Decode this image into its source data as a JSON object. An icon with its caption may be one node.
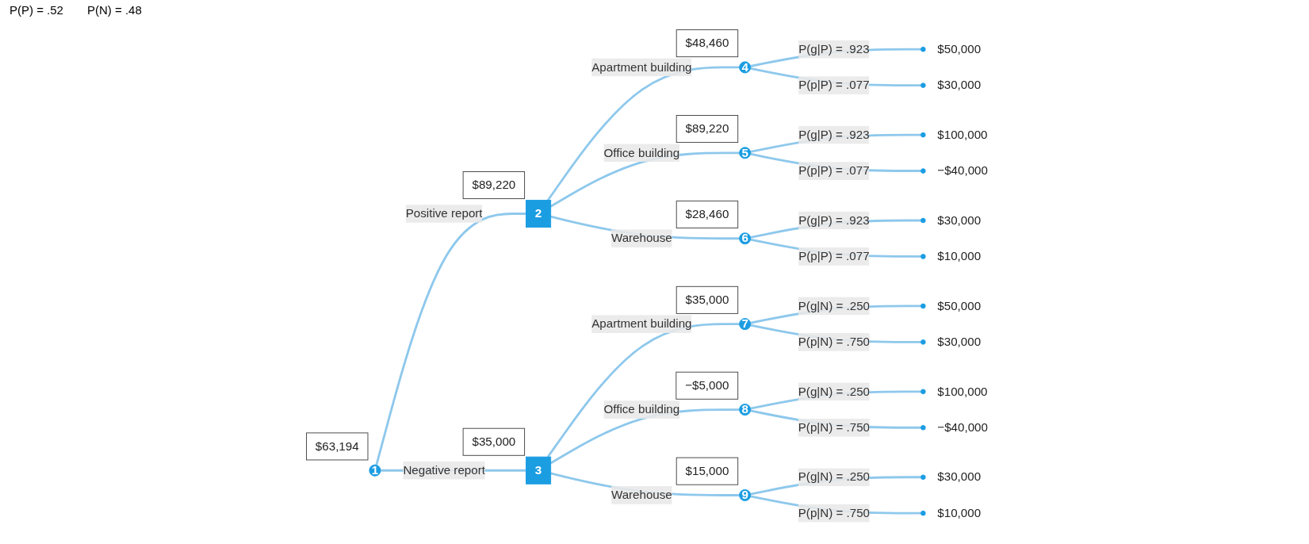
{
  "diagram": {
    "nodes": [
      {
        "text": [
          "1"
        ],
        "beside": [
          "$63,194"
        ]
      },
      {
        "text": [
          "2"
        ],
        "beside": [
          "$89,220"
        ]
      },
      {
        "text": [
          "3"
        ],
        "beside": [
          "$35,000"
        ]
      },
      {
        "text": [
          "4"
        ],
        "beside": [
          "$48,460"
        ]
      },
      {
        "text": [
          "5"
        ],
        "beside": [
          "$89,220"
        ]
      },
      {
        "text": [
          "6"
        ],
        "beside": [
          "$28,460"
        ]
      },
      {
        "text": [
          "7"
        ],
        "beside": [
          "$35,000"
        ]
      },
      {
        "text": [
          "8"
        ],
        "beside": [
          "−$5,000"
        ]
      },
      {
        "text": [
          "9"
        ],
        "beside": [
          "$15,000"
        ]
      },
      {
        "text": [],
        "shape": "circle",
        "beside": [
          "$50,000"
        ]
      },
      {
        "text": [],
        "shape": "circle",
        "beside": [
          "$30,000"
        ]
      },
      {
        "text": [],
        "shape": "circle",
        "beside": [
          "$100,000"
        ]
      },
      {
        "text": [],
        "shape": "circle",
        "beside": [
          "−$40,000"
        ]
      },
      {
        "text": [],
        "shape": "circle",
        "beside": [
          "$30,000"
        ]
      },
      {
        "text": [],
        "shape": "circle",
        "beside": [
          "$10,000"
        ]
      },
      {
        "text": [],
        "shape": "circle",
        "beside": [
          "$50,000"
        ]
      },
      {
        "text": [],
        "shape": "circle",
        "beside": [
          "$30,000"
        ]
      },
      {
        "text": [],
        "shape": "circle",
        "beside": [
          "$100,000"
        ]
      },
      {
        "text": [],
        "shape": "circle",
        "beside": [
          "−$40,000"
        ]
      },
      {
        "text": [],
        "shape": "circle",
        "beside": [
          "$30,000"
        ]
      },
      {
        "text": [],
        "shape": "circle",
        "beside": [
          "$10,000"
        ]
      }
    ],
    "edges": [
      {
        "from": 0,
        "to": 1,
        "arrow": "none",
        "label": "Positive report"
      },
      {
        "from": 0,
        "to": 2,
        "arrow": "none",
        "label": "Negative report"
      },
      {
        "from": 1,
        "to": 3,
        "arrow": "none",
        "label": "Apartment building"
      },
      {
        "from": 1,
        "to": 4,
        "arrow": "none",
        "label": "Office building"
      },
      {
        "from": 1,
        "to": 5,
        "arrow": "none",
        "label": "Warehouse"
      },
      {
        "from": 2,
        "to": 6,
        "arrow": "none",
        "label": "Apartment building"
      },
      {
        "from": 2,
        "to": 7,
        "arrow": "none",
        "label": "Office building"
      },
      {
        "from": 2,
        "to": 8,
        "arrow": "none",
        "label": "Warehouse"
      },
      {
        "from": 3,
        "to": 9,
        "arrow": "none",
        "label": "P(g|P) = .923"
      },
      {
        "from": 3,
        "to": 10,
        "arrow": "none",
        "label": "P(p|P) = .077"
      },
      {
        "from": 4,
        "to": 11,
        "arrow": "none",
        "label": "P(g|P) = .923"
      },
      {
        "from": 4,
        "to": 12,
        "arrow": "none",
        "label": "P(p|P) = .077"
      },
      {
        "from": 5,
        "to": 13,
        "arrow": "none",
        "label": "P(g|P) = .923"
      },
      {
        "from": 5,
        "to": 14,
        "arrow": "none",
        "label": "P(p|P) = .077"
      },
      {
        "from": 6,
        "to": 15,
        "arrow": "none",
        "label": "P(g|N) = .250"
      },
      {
        "from": 6,
        "to": 16,
        "arrow": "none",
        "label": "P(p|N) = .750"
      },
      {
        "from": 7,
        "to": 17,
        "arrow": "none",
        "label": "P(g|N) = .250"
      },
      {
        "from": 7,
        "to": 18,
        "arrow": "none",
        "label": "P(p|N) = .750"
      },
      {
        "from": 8,
        "to": 19,
        "arrow": "none",
        "label": "P(g|N) = .250"
      },
      {
        "from": 8,
        "to": 20,
        "arrow": "none",
        "label": "P(p|N) = .750"
      }
    ],
    "labels": [
      "P(P) = .52",
      "P(N) = .48"
    ]
  }
}
